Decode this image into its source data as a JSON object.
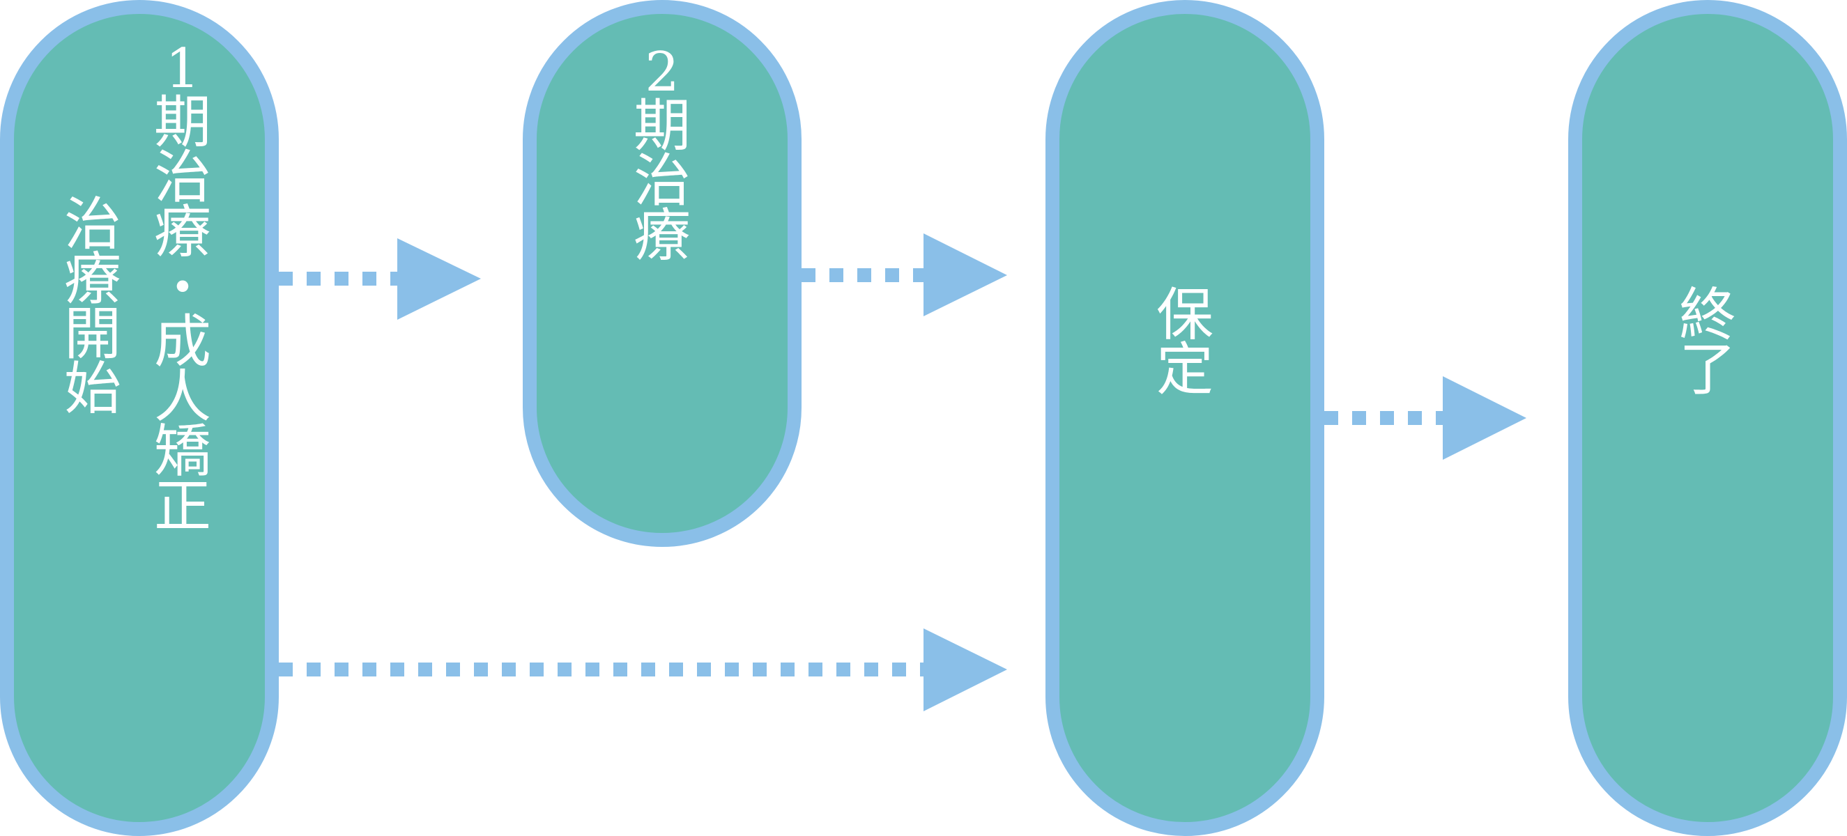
{
  "colors": {
    "pill_fill": "#64BCB4",
    "pill_border": "#8ABFE8",
    "connector": "#8ABFE8",
    "text": "#FFFFFF"
  },
  "steps": [
    {
      "id": "step-start",
      "columns": [
        "1期治療・成人矯正",
        "治療開始"
      ]
    },
    {
      "id": "step-phase2",
      "columns": [
        "2期治療"
      ]
    },
    {
      "id": "step-retention",
      "columns": [
        "保定"
      ]
    },
    {
      "id": "step-end",
      "columns": [
        "終了"
      ]
    }
  ],
  "connectors": [
    {
      "from": "step-start",
      "to": "step-phase2"
    },
    {
      "from": "step-phase2",
      "to": "step-retention"
    },
    {
      "from": "step-start",
      "to": "step-retention"
    },
    {
      "from": "step-retention",
      "to": "step-end"
    }
  ]
}
